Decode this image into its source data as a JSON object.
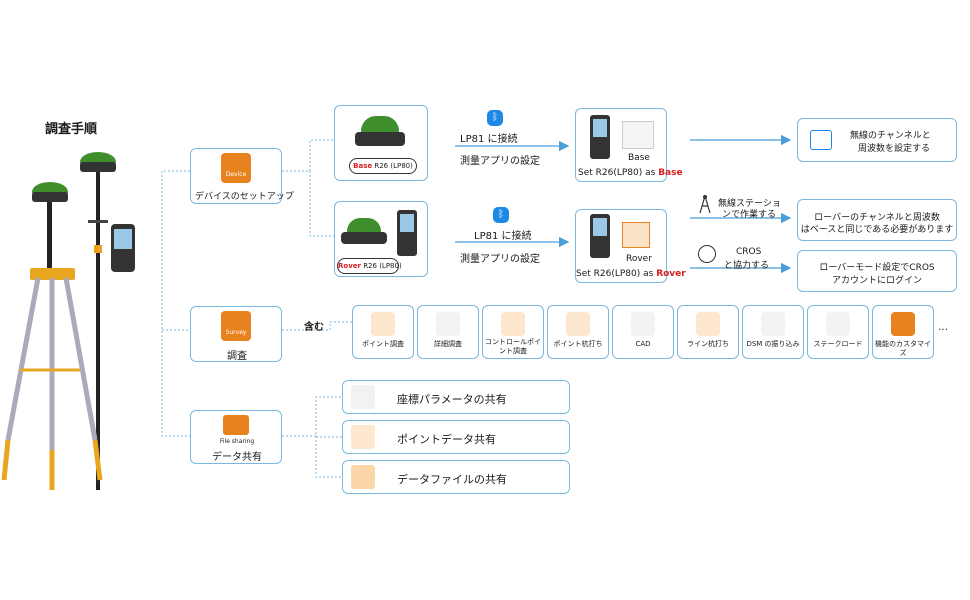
{
  "title": "調査手順",
  "categories": {
    "device": {
      "icon_text": "Device",
      "label": "デバイスのセットアップ"
    },
    "survey": {
      "icon_text": "Survey",
      "label": "調査"
    },
    "sharing": {
      "icon_text": "File sharing",
      "label": "データ共有"
    }
  },
  "base_row": {
    "device_tag_red": "Base",
    "device_tag_rest": " R26 (LP80)",
    "bluetooth_line1": "LP81 に接続",
    "bluetooth_line2": "測量アプリの設定",
    "controller_label": "Base",
    "result_prefix": "Set R26(LP80) as ",
    "result_red": "Base",
    "note_line1": "無線のチャンネルと",
    "note_line2": "周波数を設定する"
  },
  "rover_row": {
    "device_tag_red": "Rover",
    "device_tag_rest": " R26 (LP80)",
    "bluetooth_line1": "LP81 に接続",
    "bluetooth_line2": "測量アプリの設定",
    "controller_label": "Rover",
    "result_prefix": "Set R26(LP80) as ",
    "result_red": "Rover",
    "radio_line1": "無線ステーショ",
    "radio_line2": "ンで作業する",
    "radio_note_line1": "ローバーのチャンネルと周波数",
    "radio_note_line2": "はベースと同じである必要があります",
    "cros_line1": "CROS",
    "cros_line2": "と協力する",
    "cros_note_line1": "ローバーモード設定でCROS",
    "cros_note_line2": "アカウントにログイン"
  },
  "includes_label": "含む",
  "survey_apps": [
    {
      "label": "ポイント調査",
      "icon": "pin-icon"
    },
    {
      "label": "詳細調査",
      "icon": "detail-icon"
    },
    {
      "label": "コントロールポイント調査",
      "icon": "control-point-icon"
    },
    {
      "label": "ポイント杭打ち",
      "icon": "stakeout-point-icon"
    },
    {
      "label": "CAD",
      "icon": "cad-icon"
    },
    {
      "label": "ライン杭打ち",
      "icon": "stakeout-line-icon"
    },
    {
      "label": "DSM の振り込み",
      "icon": "dsm-icon"
    },
    {
      "label": "ステークロード",
      "icon": "stake-road-icon"
    },
    {
      "label": "機能のカスタマイズ",
      "icon": "customize-icon"
    }
  ],
  "more": "…",
  "sharing_items": [
    {
      "label": "座標パラメータの共有",
      "icon": "axes-icon"
    },
    {
      "label": "ポイントデータ共有",
      "icon": "pin-icon"
    },
    {
      "label": "データファイルの共有",
      "icon": "folder-icon"
    }
  ],
  "colors": {
    "accent": "#e8821e",
    "line": "#7ab8de",
    "red": "#d81e1e",
    "green": "#3d8a2c"
  }
}
